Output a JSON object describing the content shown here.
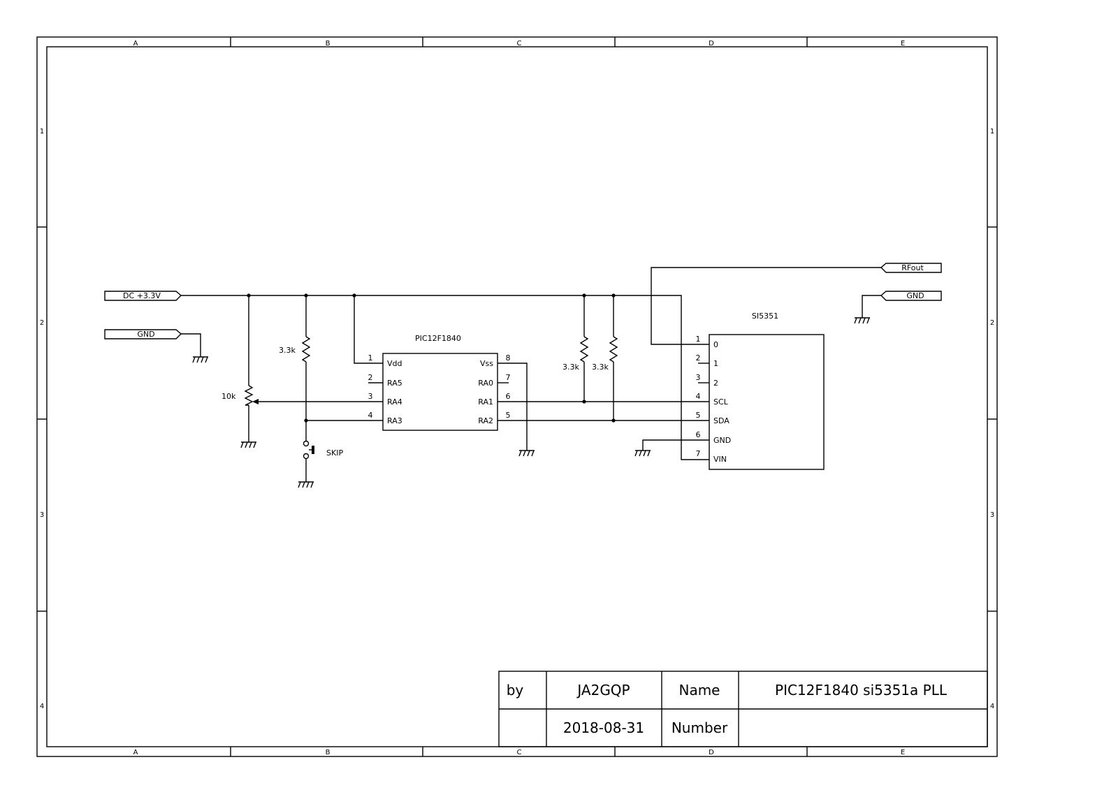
{
  "frame": {
    "columns": [
      "A",
      "B",
      "C",
      "D",
      "E"
    ],
    "rows": [
      "1",
      "2",
      "3",
      "4"
    ]
  },
  "ports": {
    "dc": "DC +3.3V",
    "gnd_left": "GND",
    "rfout": "RFout",
    "gnd_right": "GND"
  },
  "pic": {
    "title": "PIC12F1840",
    "pins": [
      {
        "num": "1",
        "name": "Vdd"
      },
      {
        "num": "2",
        "name": "RA5"
      },
      {
        "num": "3",
        "name": "RA4"
      },
      {
        "num": "4",
        "name": "RA3"
      },
      {
        "num": "8",
        "name": "Vss"
      },
      {
        "num": "7",
        "name": "RA0"
      },
      {
        "num": "6",
        "name": "RA1"
      },
      {
        "num": "5",
        "name": "RA2"
      }
    ]
  },
  "si": {
    "title": "SI5351",
    "pins": [
      {
        "num": "1",
        "name": "0"
      },
      {
        "num": "2",
        "name": "1"
      },
      {
        "num": "3",
        "name": "2"
      },
      {
        "num": "4",
        "name": "SCL"
      },
      {
        "num": "5",
        "name": "SDA"
      },
      {
        "num": "6",
        "name": "GND"
      },
      {
        "num": "7",
        "name": "VIN"
      }
    ]
  },
  "components": {
    "r_pullup_switch": "3.3k",
    "pot": "10k",
    "r_scl": "3.3k",
    "r_sda": "3.3k",
    "switch": "SKIP"
  },
  "title_block": {
    "by_label": "by",
    "author": "JA2GQP",
    "name_label": "Name",
    "name_value": "PIC12F1840 si5351a PLL",
    "date": "2018-08-31",
    "number_label": "Number",
    "number_value": ""
  }
}
